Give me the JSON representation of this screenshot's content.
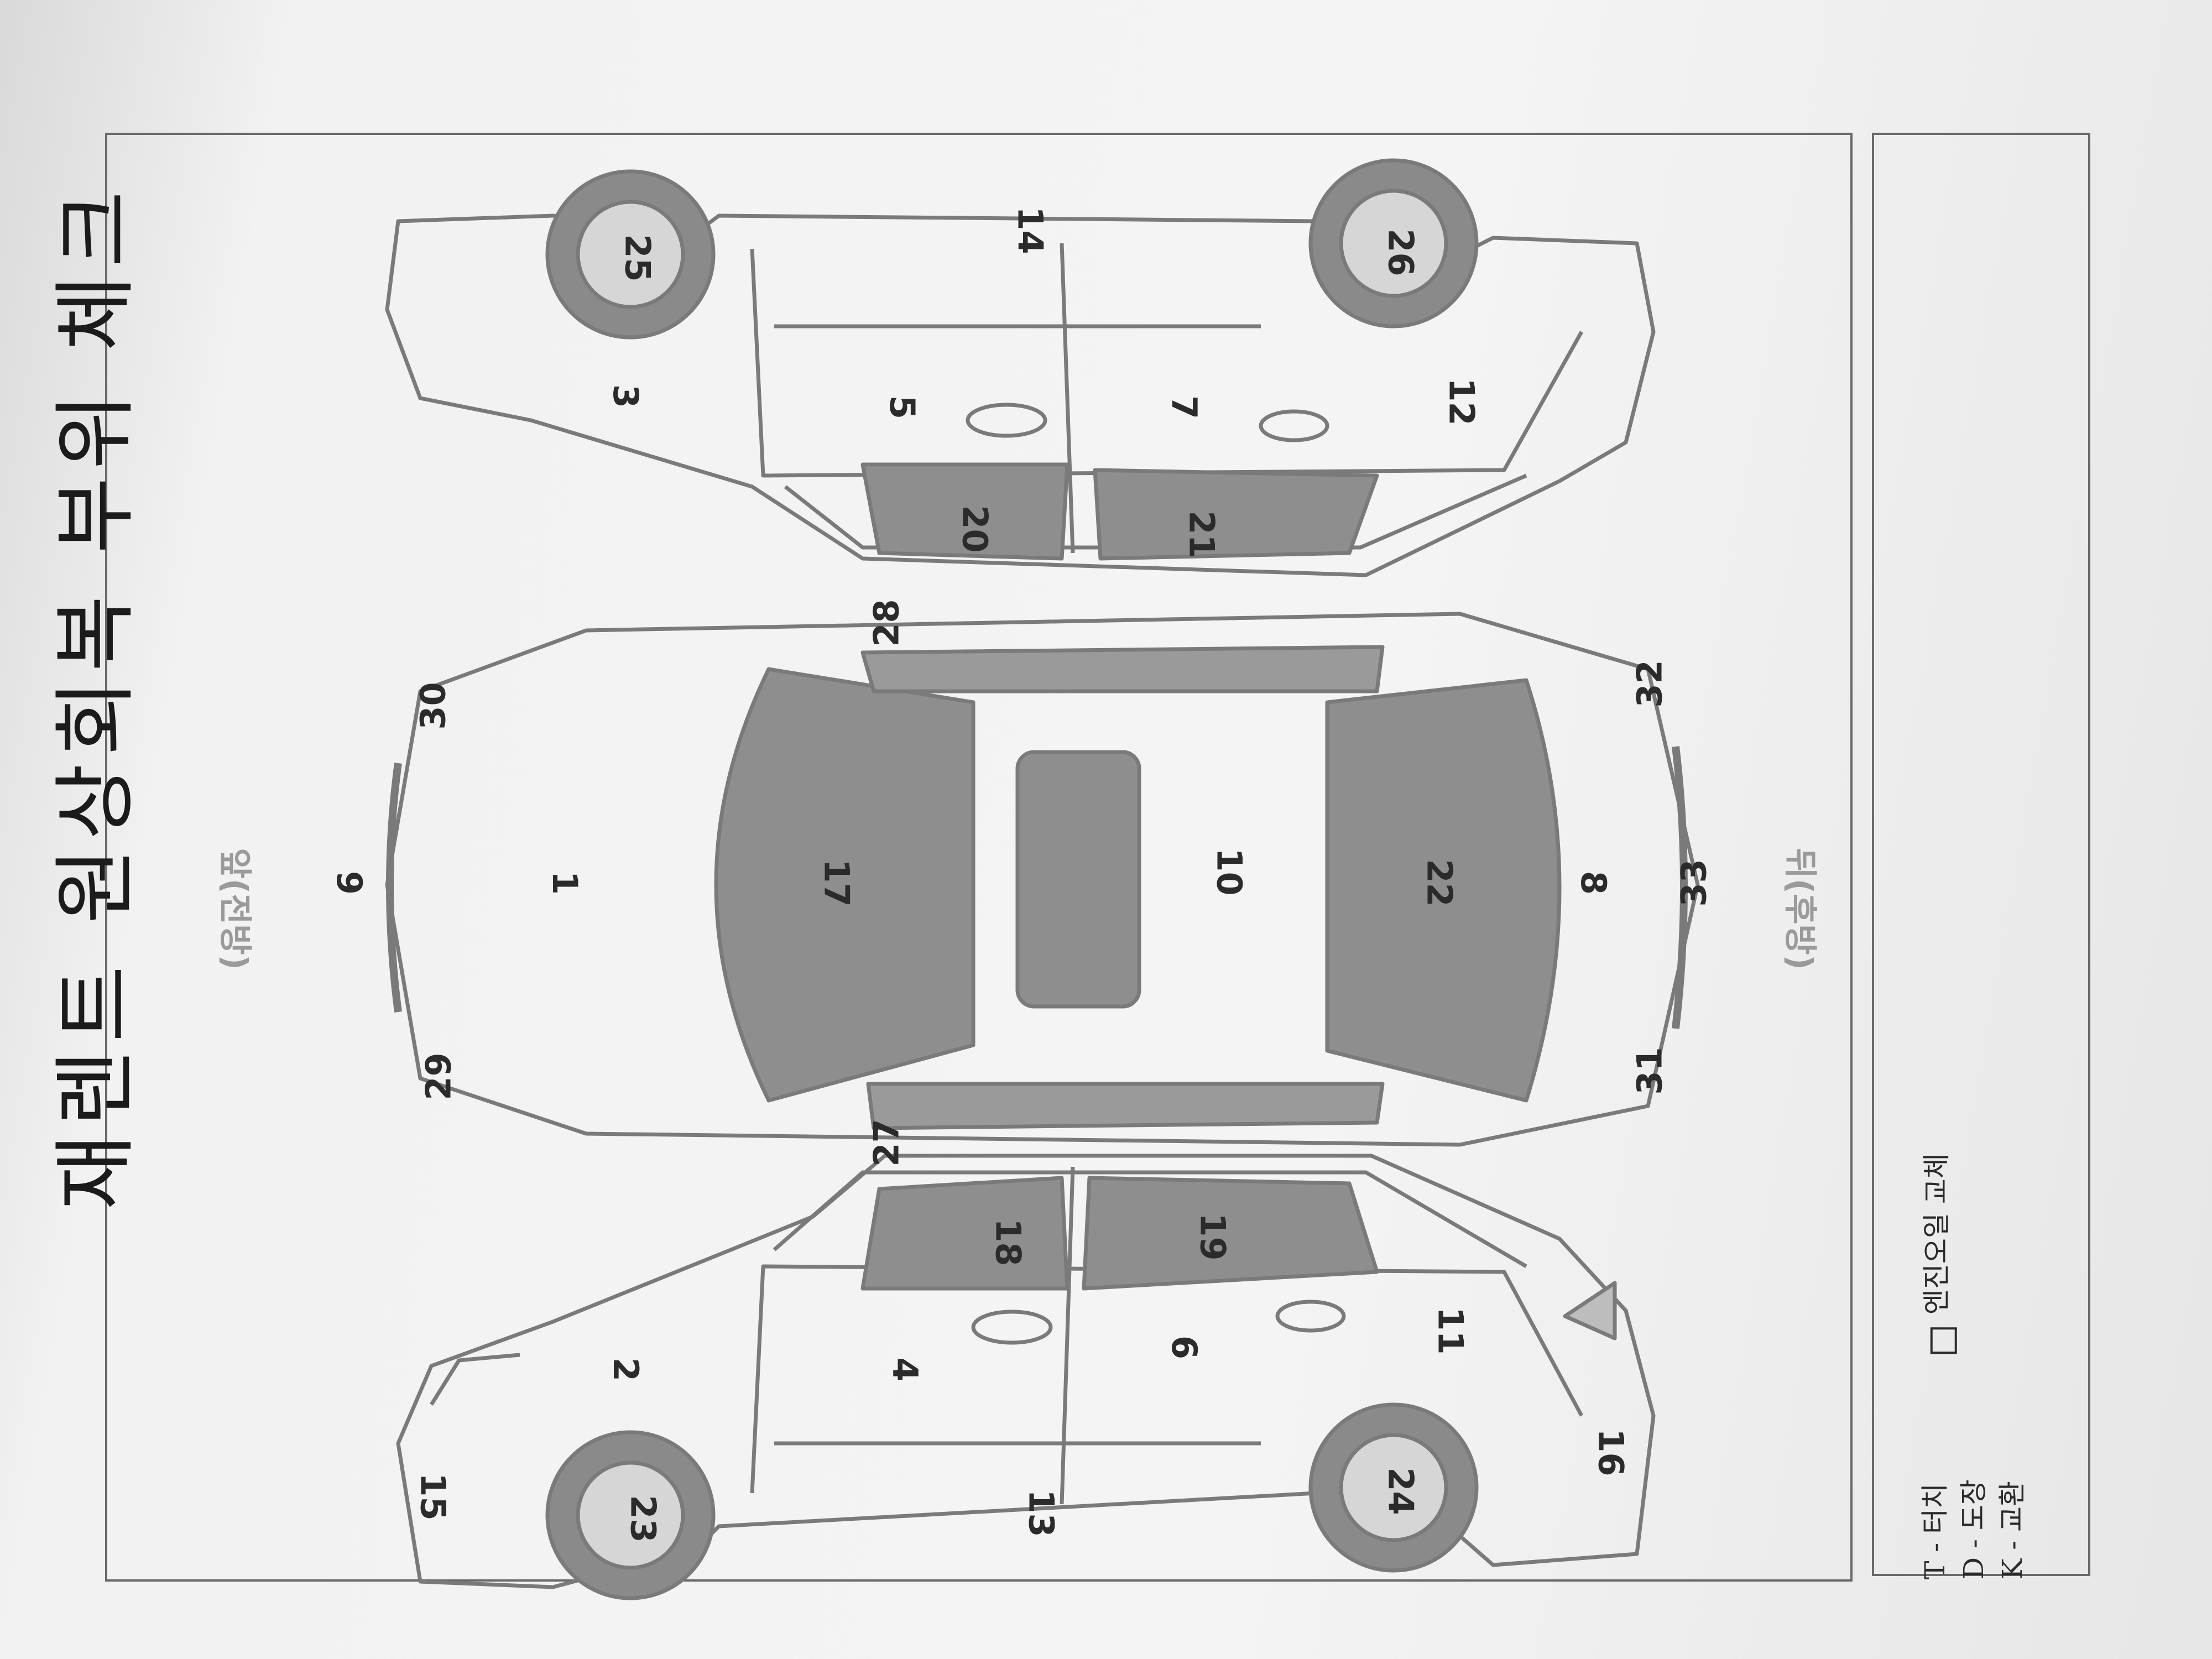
{
  "form": {
    "title": "재렌트 원상회복 부위 체크",
    "front_label": "앞(전방)",
    "rear_label": "뒤(후방)"
  },
  "part_numbers": [
    "1",
    "2",
    "3",
    "4",
    "5",
    "6",
    "7",
    "8",
    "9",
    "10",
    "11",
    "12",
    "13",
    "14",
    "15",
    "16",
    "17",
    "18",
    "19",
    "20",
    "21",
    "22",
    "23",
    "24",
    "25",
    "26",
    "27",
    "28",
    "29",
    "30",
    "31",
    "32",
    "33"
  ],
  "legend": {
    "touch": "T - 터치",
    "paint": "D - 도장",
    "replace": "K - 교환",
    "engine_oil": "엔진오일 교체"
  },
  "colors": {
    "line": "#7a7a7a",
    "glass": "#8e8e8e",
    "tire": "#8a8a8a"
  }
}
